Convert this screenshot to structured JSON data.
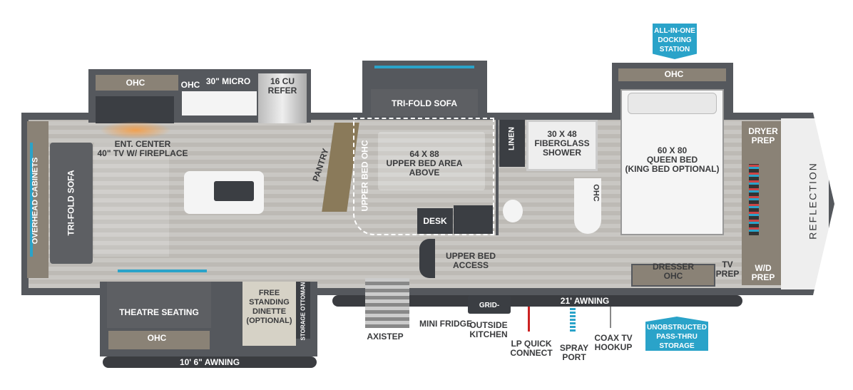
{
  "labels": {
    "ohc_living": "OHC",
    "ohc_small": "OHC",
    "micro": "30\" MICRO",
    "refer": "16 CU\nREFER",
    "ent_center": "ENT. CENTER\n40\" TV w/ FIREPLACE",
    "overhead_cabinets": "OVERHEAD CABINETS",
    "trifold_sofa_left": "TRI-FOLD SOFA",
    "pantry": "PANTRY",
    "upper_bed_ohc": "UPPER BED OHC",
    "trifold_sofa_mid": "TRI-FOLD SOFA",
    "upper_bed_area": "64 x 88\nUPPER BED AREA\nABOVE",
    "desk": "DESK",
    "upper_bed_access": "UPPER BED\nACCESS",
    "linen": "LINEN",
    "shower": "30 x 48\nFIBERGLASS\nSHOWER",
    "ohc_bath": "OHC",
    "ohc_bed": "OHC",
    "queen_bed": "60 x 80\nQUEEN BED\n(KING BED OPTIONAL)",
    "dryer_prep": "DRYER\nPREP",
    "wd_prep": "W/D\nPREP",
    "tv_prep": "TV\nPREP",
    "dresser": "DRESSER\nOHC",
    "theatre_seating": "THEATRE SEATING",
    "ohc_theatre": "OHC",
    "dinette": "FREE\nSTANDING\nDINETTE\n(OPTIONAL)",
    "storage_ottoman": "STORAGE OTTOMAN",
    "awning_left": "10' 6\" AWNING",
    "awning_right": "21' AWNING",
    "axistep": "AXISTEP",
    "mini_fridge": "MINI FRIDGE",
    "grid": "GRID-",
    "outside_kitchen": "OUTSIDE\nKITCHEN",
    "lp_quick_connect": "LP QUICK\nCONNECT",
    "spray_port": "SPRAY\nPORT",
    "coax_tv_hookup": "COAX TV\nHOOKUP",
    "pass_thru_storage": "UNOBSTRUCTED\nPASS-THRU\nSTORAGE",
    "docking_station": "ALL-IN-ONE\nDOCKING\nSTATION",
    "brand": "REFLECTION"
  },
  "colors": {
    "accent": "#2aa3c9",
    "wall": "#55585d",
    "floor": "#c4c2be"
  }
}
